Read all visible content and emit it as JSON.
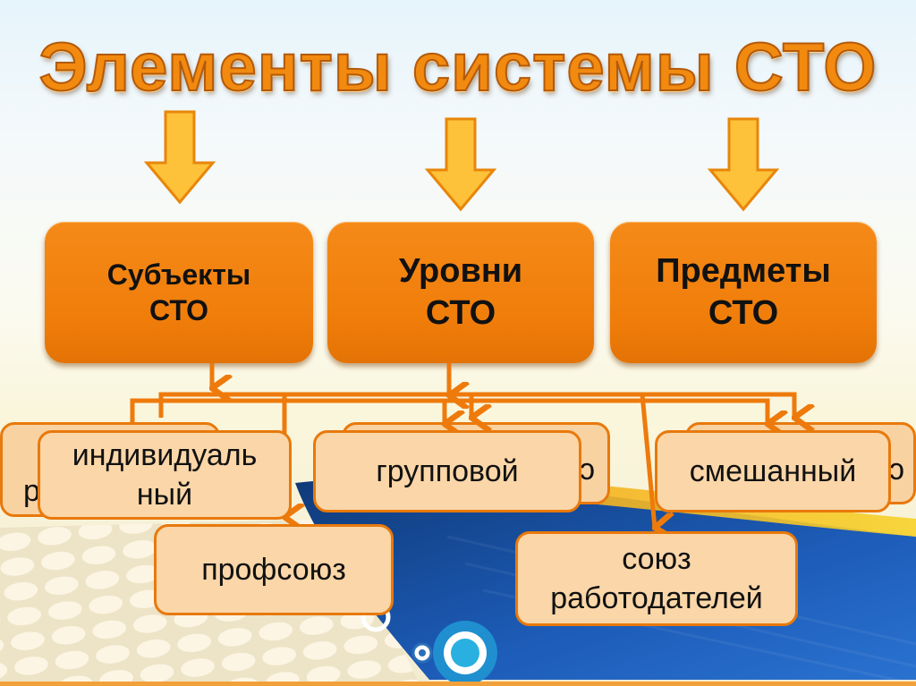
{
  "slide": {
    "title": "Элементы системы СТО",
    "categories": [
      {
        "id": "subjects",
        "label": "Субъекты\nСТО"
      },
      {
        "id": "levels",
        "label": "Уровни\nСТО"
      },
      {
        "id": "topics",
        "label": "Предметы\nСТО"
      }
    ],
    "items": {
      "individual": "индивидуаль\nный",
      "group": "групповой",
      "mixed": "смешанный",
      "trade_union": "профсоюз",
      "employers_union": "союз\nработодателей"
    },
    "obscured_fragments": {
      "left_back_box": "р",
      "middle_back_box": "ɔ",
      "right_back_box": "ɔ"
    },
    "colors": {
      "title_orange": "#f28a10",
      "category_fill": "#f07d0a",
      "item_fill": "#fad6a8",
      "connector": "#ee7a0c",
      "big_arrow_fill": "#fdc13a",
      "bg_blue": "#1d4f9a"
    }
  }
}
